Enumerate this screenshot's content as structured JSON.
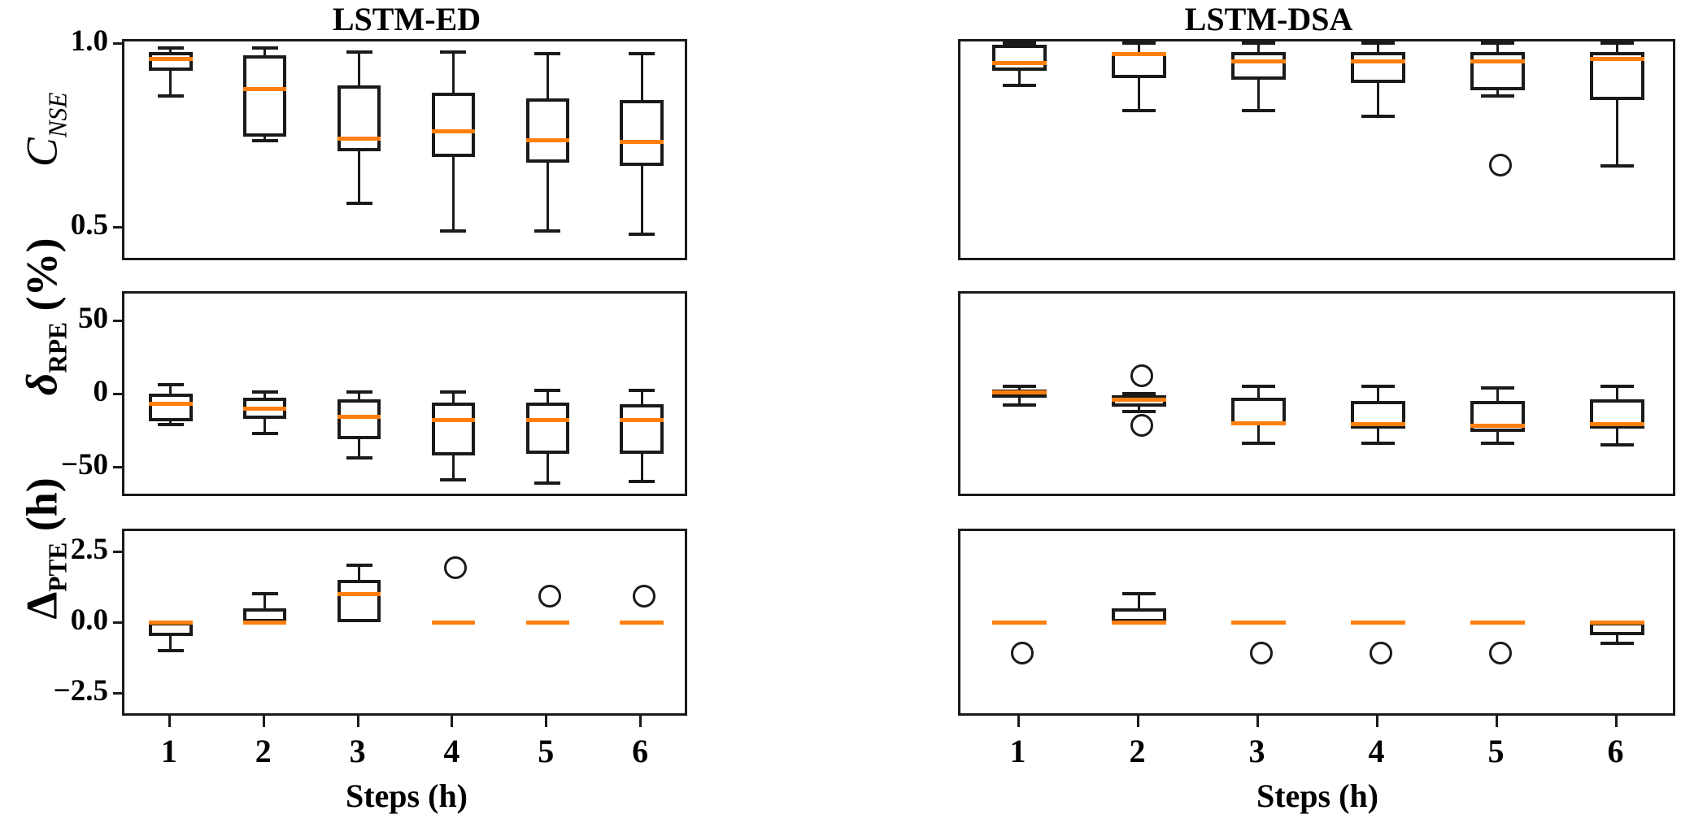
{
  "titles": {
    "left": "LSTM-ED",
    "right": "LSTM-DSA"
  },
  "xaxis": {
    "title": "Steps (h)",
    "ticks": [
      "1",
      "2",
      "3",
      "4",
      "5",
      "6"
    ]
  },
  "rows": [
    {
      "ylabel_html": "C<sub>NSE</sub>",
      "yticks": [
        "1.0",
        "0.5"
      ]
    },
    {
      "ylabel_html": "&delta;<sub>RPE</sub> (%)",
      "yticks": [
        "50",
        "0",
        "−50"
      ]
    },
    {
      "ylabel_html": "&Delta;<sub>PTE</sub> (h)",
      "yticks": [
        "2.5",
        "0.0",
        "−2.5"
      ]
    }
  ],
  "chart_data": [
    {
      "type": "box",
      "title": "LSTM-ED",
      "panel": "C_NSE",
      "ylabel": "C_NSE",
      "xlabel": "Steps (h)",
      "categories": [
        "1",
        "2",
        "3",
        "4",
        "5",
        "6"
      ],
      "ytick_values": [
        1.0,
        0.5
      ],
      "ylim": [
        0.41,
        1.01
      ],
      "grid": false,
      "boxes": [
        {
          "category": "1",
          "whisker_low": 0.855,
          "q1": 0.925,
          "median": 0.955,
          "q3": 0.975,
          "whisker_high": 0.985,
          "fliers": []
        },
        {
          "category": "2",
          "whisker_low": 0.735,
          "q1": 0.745,
          "median": 0.875,
          "q3": 0.965,
          "whisker_high": 0.985,
          "fliers": []
        },
        {
          "category": "3",
          "whisker_low": 0.565,
          "q1": 0.705,
          "median": 0.74,
          "q3": 0.885,
          "whisker_high": 0.975,
          "fliers": []
        },
        {
          "category": "4",
          "whisker_low": 0.49,
          "q1": 0.69,
          "median": 0.76,
          "q3": 0.865,
          "whisker_high": 0.975,
          "fliers": []
        },
        {
          "category": "5",
          "whisker_low": 0.49,
          "q1": 0.675,
          "median": 0.735,
          "q3": 0.85,
          "whisker_high": 0.97,
          "fliers": []
        },
        {
          "category": "6",
          "whisker_low": 0.48,
          "q1": 0.665,
          "median": 0.73,
          "q3": 0.845,
          "whisker_high": 0.97,
          "fliers": []
        }
      ]
    },
    {
      "type": "box",
      "title": "LSTM-DSA",
      "panel": "C_NSE",
      "ylabel": "C_NSE",
      "xlabel": "Steps (h)",
      "categories": [
        "1",
        "2",
        "3",
        "4",
        "5",
        "6"
      ],
      "ytick_values": [
        1.0,
        0.5
      ],
      "ylim": [
        0.41,
        1.01
      ],
      "grid": false,
      "boxes": [
        {
          "category": "1",
          "whisker_low": 0.885,
          "q1": 0.925,
          "median": 0.945,
          "q3": 0.995,
          "whisker_high": 1.0,
          "fliers": []
        },
        {
          "category": "2",
          "whisker_low": 0.815,
          "q1": 0.905,
          "median": 0.97,
          "q3": 0.975,
          "whisker_high": 1.0,
          "fliers": []
        },
        {
          "category": "3",
          "whisker_low": 0.815,
          "q1": 0.9,
          "median": 0.95,
          "q3": 0.975,
          "whisker_high": 1.0,
          "fliers": []
        },
        {
          "category": "4",
          "whisker_low": 0.8,
          "q1": 0.89,
          "median": 0.95,
          "q3": 0.975,
          "whisker_high": 1.0,
          "fliers": []
        },
        {
          "category": "5",
          "whisker_low": 0.855,
          "q1": 0.87,
          "median": 0.95,
          "q3": 0.975,
          "whisker_high": 1.0,
          "fliers": [],
          "fliers_low": [
            0.675
          ]
        },
        {
          "category": "6",
          "whisker_low": 0.665,
          "q1": 0.845,
          "median": 0.955,
          "q3": 0.975,
          "whisker_high": 1.0,
          "fliers": []
        }
      ]
    },
    {
      "type": "box",
      "title": "LSTM-ED",
      "panel": "delta_RPE",
      "ylabel": "delta_RPE (%)",
      "xlabel": "Steps (h)",
      "categories": [
        "1",
        "2",
        "3",
        "4",
        "5",
        "6"
      ],
      "ytick_values": [
        50,
        0,
        -50
      ],
      "ylim": [
        -70,
        70
      ],
      "grid": false,
      "boxes": [
        {
          "category": "1",
          "whisker_low": -21,
          "q1": -19,
          "median": -7,
          "q3": 0,
          "whisker_high": 6,
          "fliers": []
        },
        {
          "category": "2",
          "whisker_low": -27,
          "q1": -17,
          "median": -10,
          "q3": -3,
          "whisker_high": 1,
          "fliers": []
        },
        {
          "category": "3",
          "whisker_low": -44,
          "q1": -31,
          "median": -16,
          "q3": -4,
          "whisker_high": 1,
          "fliers": []
        },
        {
          "category": "4",
          "whisker_low": -59,
          "q1": -42,
          "median": -18,
          "q3": -6,
          "whisker_high": 1,
          "fliers": []
        },
        {
          "category": "5",
          "whisker_low": -61,
          "q1": -41,
          "median": -18,
          "q3": -6,
          "whisker_high": 2,
          "fliers": []
        },
        {
          "category": "6",
          "whisker_low": -60,
          "q1": -41,
          "median": -18,
          "q3": -7,
          "whisker_high": 2,
          "fliers": []
        }
      ]
    },
    {
      "type": "box",
      "title": "LSTM-DSA",
      "panel": "delta_RPE",
      "ylabel": "delta_RPE (%)",
      "xlabel": "Steps (h)",
      "categories": [
        "1",
        "2",
        "3",
        "4",
        "5",
        "6"
      ],
      "ytick_values": [
        50,
        0,
        -50
      ],
      "ylim": [
        -70,
        70
      ],
      "grid": false,
      "boxes": [
        {
          "category": "1",
          "whisker_low": -8,
          "q1": -3,
          "median": 1,
          "q3": 3,
          "whisker_high": 5,
          "fliers": []
        },
        {
          "category": "2",
          "whisker_low": -12,
          "q1": -9,
          "median": -4,
          "q3": -1,
          "whisker_high": 0,
          "fliers": [
            14,
            -20
          ]
        },
        {
          "category": "3",
          "whisker_low": -34,
          "q1": -21,
          "median": -20,
          "q3": -3,
          "whisker_high": 5,
          "fliers": []
        },
        {
          "category": "4",
          "whisker_low": -34,
          "q1": -24,
          "median": -21,
          "q3": -5,
          "whisker_high": 5,
          "fliers": []
        },
        {
          "category": "5",
          "whisker_low": -34,
          "q1": -26,
          "median": -22,
          "q3": -5,
          "whisker_high": 4,
          "fliers": []
        },
        {
          "category": "6",
          "whisker_low": -35,
          "q1": -24,
          "median": -21,
          "q3": -4,
          "whisker_high": 5,
          "fliers": []
        }
      ]
    },
    {
      "type": "box",
      "title": "LSTM-ED",
      "panel": "delta_PTE",
      "ylabel": "Delta_PTE (h)",
      "xlabel": "Steps (h)",
      "categories": [
        "1",
        "2",
        "3",
        "4",
        "5",
        "6"
      ],
      "ytick_values": [
        2.5,
        0.0,
        -2.5
      ],
      "ylim": [
        -3.3,
        3.3
      ],
      "grid": false,
      "boxes": [
        {
          "category": "1",
          "whisker_low": -1.0,
          "q1": -0.5,
          "median": 0.0,
          "q3": 0.0,
          "whisker_high": 0.0,
          "fliers": []
        },
        {
          "category": "2",
          "whisker_low": 0.0,
          "q1": 0.0,
          "median": 0.0,
          "q3": 0.5,
          "whisker_high": 1.0,
          "fliers": []
        },
        {
          "category": "3",
          "whisker_low": 0.0,
          "q1": 0.0,
          "median": 1.0,
          "q3": 1.5,
          "whisker_high": 2.0,
          "fliers": []
        },
        {
          "category": "4",
          "whisker_low": 0.0,
          "q1": 0.0,
          "median": 0.0,
          "q3": 0.0,
          "whisker_high": 0.0,
          "fliers": [
            2.0
          ]
        },
        {
          "category": "5",
          "whisker_low": 0.0,
          "q1": 0.0,
          "median": 0.0,
          "q3": 0.0,
          "whisker_high": 0.0,
          "fliers": [
            1.0
          ]
        },
        {
          "category": "6",
          "whisker_low": 0.0,
          "q1": 0.0,
          "median": 0.0,
          "q3": 0.0,
          "whisker_high": 0.0,
          "fliers": [
            1.0
          ]
        }
      ]
    },
    {
      "type": "box",
      "title": "LSTM-DSA",
      "panel": "delta_PTE",
      "ylabel": "Delta_PTE (h)",
      "xlabel": "Steps (h)",
      "categories": [
        "1",
        "2",
        "3",
        "4",
        "5",
        "6"
      ],
      "ytick_values": [
        2.5,
        0.0,
        -2.5
      ],
      "ylim": [
        -3.3,
        3.3
      ],
      "grid": false,
      "boxes": [
        {
          "category": "1",
          "whisker_low": 0.0,
          "q1": 0.0,
          "median": 0.0,
          "q3": 0.0,
          "whisker_high": 0.0,
          "fliers": [
            -1.0
          ]
        },
        {
          "category": "2",
          "whisker_low": 0.0,
          "q1": 0.0,
          "median": 0.0,
          "q3": 0.5,
          "whisker_high": 1.0,
          "fliers": []
        },
        {
          "category": "3",
          "whisker_low": 0.0,
          "q1": 0.0,
          "median": 0.0,
          "q3": 0.0,
          "whisker_high": 0.0,
          "fliers": [
            -1.0
          ]
        },
        {
          "category": "4",
          "whisker_low": 0.0,
          "q1": 0.0,
          "median": 0.0,
          "q3": 0.0,
          "whisker_high": 0.0,
          "fliers": [
            -1.0
          ]
        },
        {
          "category": "5",
          "whisker_low": 0.0,
          "q1": 0.0,
          "median": 0.0,
          "q3": 0.0,
          "whisker_high": 0.0,
          "fliers": [
            -1.0
          ]
        },
        {
          "category": "6",
          "whisker_low": -0.75,
          "q1": -0.45,
          "median": 0.0,
          "q3": 0.0,
          "whisker_high": 0.0,
          "fliers": []
        }
      ]
    }
  ],
  "style": {
    "median_color": "#ff7f0e",
    "line_color": "#1a1a1a"
  }
}
